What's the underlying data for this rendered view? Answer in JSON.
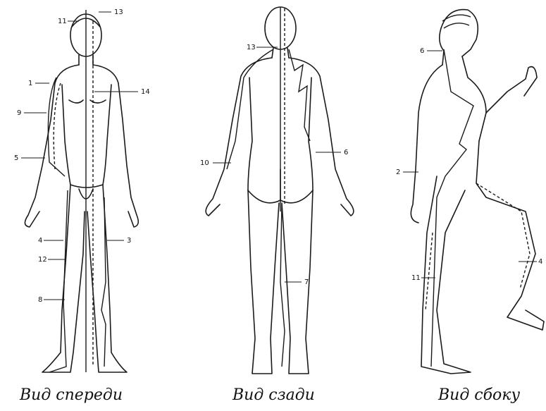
{
  "captions": {
    "front": "Вид спереди",
    "back": "Вид сзади",
    "side": "Вид сбоку"
  },
  "labels": {
    "front": [
      "1",
      "9",
      "5",
      "4",
      "12",
      "8",
      "11",
      "13",
      "14",
      "3"
    ],
    "back": [
      "13",
      "10",
      "6",
      "7"
    ],
    "side": [
      "6",
      "2",
      "11",
      "4"
    ]
  }
}
